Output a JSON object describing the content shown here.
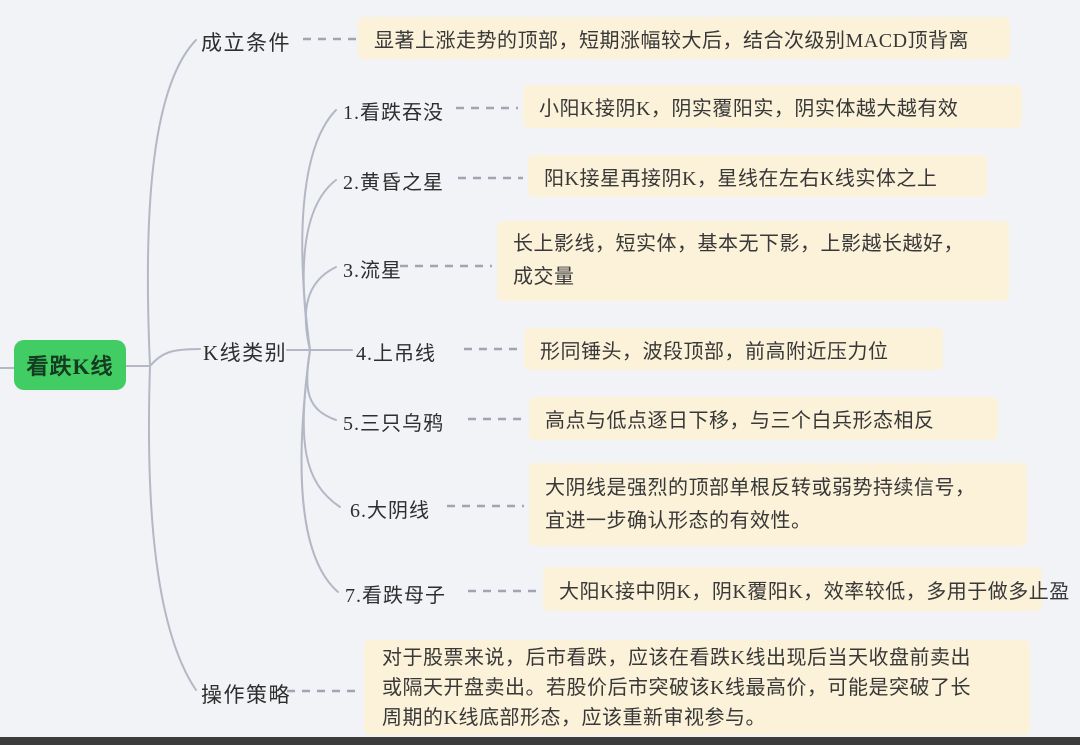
{
  "root": {
    "label": "看跌K线"
  },
  "branches": [
    {
      "label": "成立条件",
      "note": "显著上涨走势的顶部，短期涨幅较大后，结合次级别MACD顶背离"
    },
    {
      "label": "K线类别",
      "children": [
        {
          "label": "1.看跌吞没",
          "note": "小阳K接阴K，阴实覆阳实，阴实体越大越有效"
        },
        {
          "label": "2.黄昏之星",
          "note": "阳K接星再接阴K，星线在左右K线实体之上"
        },
        {
          "label": "3.流星",
          "note_lines": [
            "长上影线，短实体，基本无下影，上影越长越好，",
            "成交量"
          ]
        },
        {
          "label": "4.上吊线",
          "note": "形同锤头，波段顶部，前高附近压力位"
        },
        {
          "label": "5.三只乌鸦",
          "note": "高点与低点逐日下移，与三个白兵形态相反"
        },
        {
          "label": "6.大阴线",
          "note_lines": [
            "大阴线是强烈的顶部单根反转或弱势持续信号，",
            "宜进一步确认形态的有效性。"
          ]
        },
        {
          "label": "7.看跌母子",
          "note": "大阳K接中阴K，阴K覆阳K，效率较低，多用于做多止盈"
        }
      ]
    },
    {
      "label": "操作策略",
      "note_lines": [
        "对于股票来说，后市看跌，应该在看跌K线出现后当天收盘前卖出",
        "或隔天开盘卖出。若股价后市突破该K线最高价，可能是突破了长",
        "周期的K线底部形态，应该重新审视参与。"
      ]
    }
  ],
  "colors": {
    "background": "#f1f3f6",
    "root_bg": "#41cd63",
    "root_text": "#143c20",
    "note_bg": "#fbf2d9",
    "note_text": "#383838",
    "label_text": "#2e2e2e",
    "branch_line": "#b4b8c6",
    "dash_line": "#9fa5b2",
    "bottom_bar": "#3c3c3c"
  }
}
